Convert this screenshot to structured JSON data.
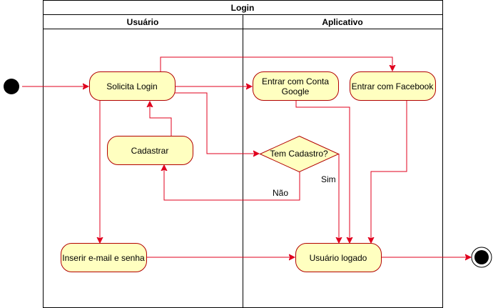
{
  "pool": {
    "title": "Login"
  },
  "lanes": {
    "user": "Usuário",
    "app": "Aplicativo"
  },
  "activities": {
    "request_login": "Solicita Login",
    "google_line1": "Entrar com Conta",
    "google_line2": "Google",
    "facebook": "Entrar com Facebook",
    "register": "Cadastrar",
    "enter_credentials": "Inserir e-mail e senha",
    "logged_in": "Usuário logado"
  },
  "decision": {
    "question": "Tem Cadastro?",
    "yes_label": "Sim",
    "no_label": "Não"
  },
  "colors": {
    "node_fill": "#ffffc0",
    "node_stroke": "#b20000",
    "edge": "#e0001e",
    "border": "#000000"
  }
}
